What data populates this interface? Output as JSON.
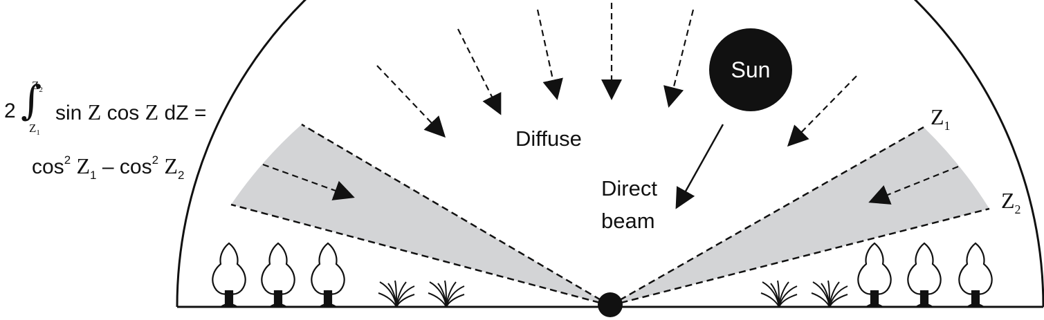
{
  "labels": {
    "sun": "Sun",
    "diffuse": "Diffuse",
    "direct_line1": "Direct",
    "direct_line2": "beam",
    "z1": "Z",
    "z1_sub": "1",
    "z2": "Z",
    "z2_sub": "2"
  },
  "formula": {
    "coef": "2",
    "upper_var": "Z",
    "upper_sub": "2",
    "lower_var": "Z",
    "lower_sub": "1",
    "integrand_a": "sin",
    "integrand_var1": "Z",
    "integrand_b": "cos",
    "integrand_var2": "Z",
    "integrand_c": "dZ =",
    "rhs_cos1": "cos",
    "rhs_pow1": "2",
    "rhs_var1": "Z",
    "rhs_sub1": "1",
    "rhs_minus": "– cos",
    "rhs_pow2": "2",
    "rhs_var2": "Z",
    "rhs_sub2": "2"
  },
  "colors": {
    "line": "#111111",
    "band_fill": "#d3d4d6",
    "sun_fill": "#111111",
    "sun_text": "#ffffff"
  }
}
